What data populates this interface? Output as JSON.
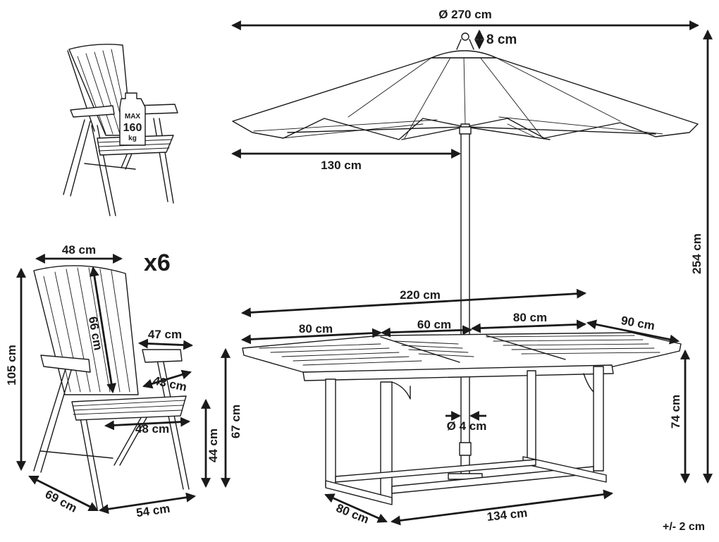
{
  "chairs": {
    "quantity": "x6",
    "max_load": {
      "line1": "MAX",
      "line2": "160",
      "line3": "kg"
    },
    "width_top": "48 cm",
    "height_total": "105 cm",
    "back_height": "66 cm",
    "armrest_length": "47 cm",
    "seat_depth": "43 cm",
    "seat_width": "48 cm",
    "armrest_height": "67 cm",
    "seat_height": "44 cm",
    "depth": "69 cm",
    "width_bottom": "54 cm"
  },
  "umbrella": {
    "diameter": "Ø 270 cm",
    "finial_height": "8 cm",
    "radius": "130 cm",
    "total_height": "254 cm",
    "pole_diameter": "Ø 4 cm"
  },
  "table": {
    "extended_length": "220 cm",
    "leaf_left": "80 cm",
    "leaf_middle": "60 cm",
    "leaf_right": "80 cm",
    "width": "90 cm",
    "height": "74 cm",
    "base_depth": "80 cm",
    "base_length": "134 cm"
  },
  "tolerance": "+/- 2 cm"
}
